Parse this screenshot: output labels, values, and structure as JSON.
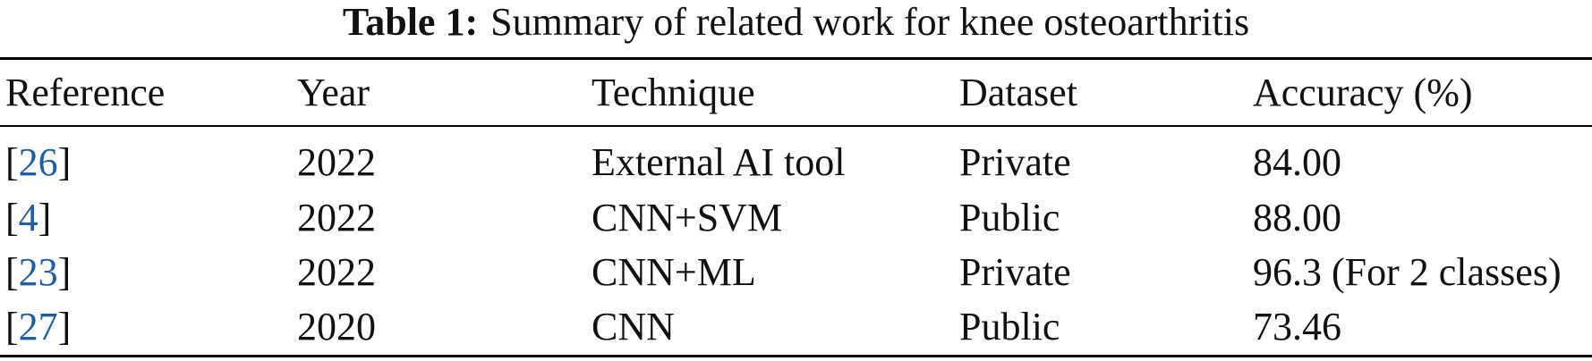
{
  "caption": {
    "label": "Table 1:",
    "text": "Summary of related work for knee osteoarthritis"
  },
  "table": {
    "headers": [
      "Reference",
      "Year",
      "Technique",
      "Dataset",
      "Accuracy (%)"
    ],
    "rows": [
      {
        "ref": "26",
        "year": "2022",
        "technique": "External AI tool",
        "dataset": "Private",
        "accuracy": "84.00"
      },
      {
        "ref": "4",
        "year": "2022",
        "technique": "CNN+SVM",
        "dataset": "Public",
        "accuracy": "88.00"
      },
      {
        "ref": "23",
        "year": "2022",
        "technique": "CNN+ML",
        "dataset": "Private",
        "accuracy": "96.3 (For 2 classes)"
      },
      {
        "ref": "27",
        "year": "2020",
        "technique": "CNN",
        "dataset": "Public",
        "accuracy": "73.46"
      }
    ]
  },
  "colors": {
    "link": "#1f5fa8",
    "text": "#111111",
    "rule": "#000000"
  }
}
